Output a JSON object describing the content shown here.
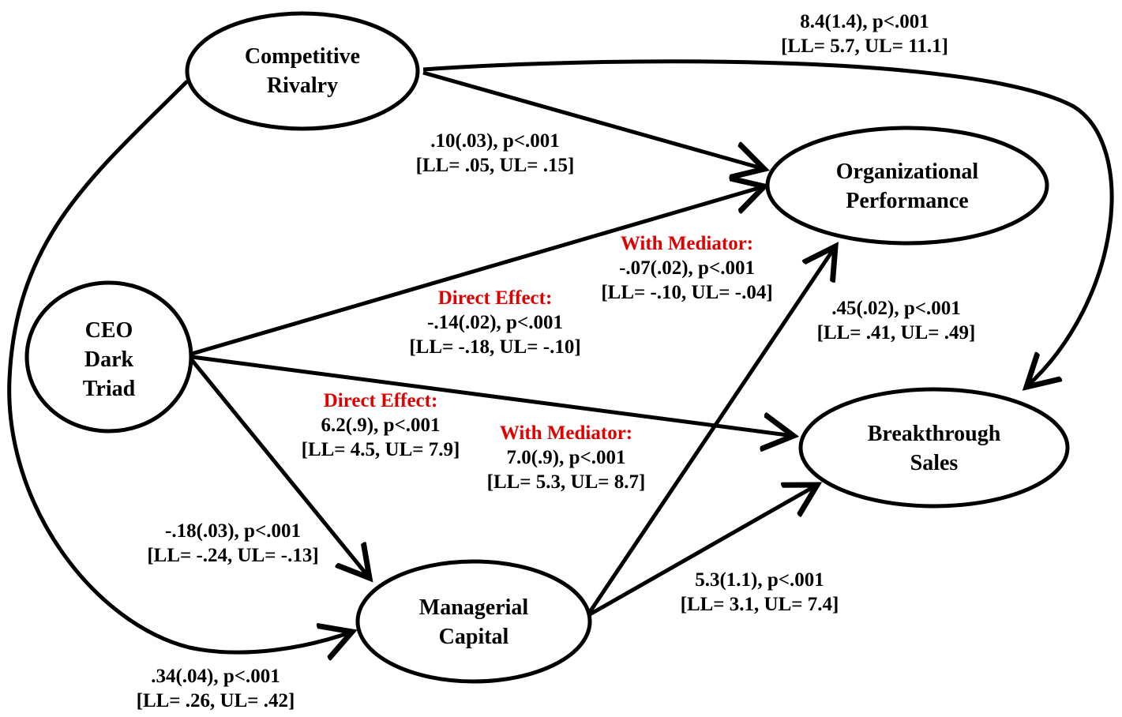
{
  "nodes": {
    "competitive_rivalry": [
      "Competitive",
      "Rivalry"
    ],
    "organizational_performance": [
      "Organizational",
      "Performance"
    ],
    "ceo_dark_triad": [
      "CEO",
      "Dark",
      "Triad"
    ],
    "breakthrough_sales": [
      "Breakthrough",
      "Sales"
    ],
    "managerial_capital": [
      "Managerial",
      "Capital"
    ]
  },
  "paths": {
    "rivalry_to_sales": [
      "8.4(1.4), p<.001",
      "[LL= 5.7, UL= 11.1]"
    ],
    "rivalry_to_performance": [
      ".10(.03), p<.001",
      "[LL= .05, UL= .15]"
    ],
    "dark_triad_to_performance": {
      "direct_title": "Direct Effect:",
      "direct": [
        "-.14(.02), p<.001",
        "[LL= -.18, UL= -.10]"
      ],
      "mediator_title": "With Mediator:",
      "mediator": [
        "-.07(.02), p<.001",
        "[LL= -.10, UL= -.04]"
      ]
    },
    "capital_to_performance": [
      ".45(.02), p<.001",
      "[LL= .41, UL= .49]"
    ],
    "dark_triad_to_sales": {
      "direct_title": "Direct Effect:",
      "direct": [
        "6.2(.9), p<.001",
        "[LL= 4.5, UL= 7.9]"
      ],
      "mediator_title": "With Mediator:",
      "mediator": [
        "7.0(.9), p<.001",
        "[LL= 5.3, UL= 8.7]"
      ]
    },
    "dark_triad_to_capital": [
      "-.18(.03), p<.001",
      "[LL= -.24, UL= -.13]"
    ],
    "capital_to_sales": [
      "5.3(1.1), p<.001",
      "[LL= 3.1, UL= 7.4]"
    ],
    "rivalry_to_capital": [
      ".34(.04), p<.001",
      "[LL= .26, UL= .42]"
    ]
  },
  "colors": {
    "mediator_heading": "#e00000",
    "text": "#000000",
    "stroke": "#000000"
  }
}
